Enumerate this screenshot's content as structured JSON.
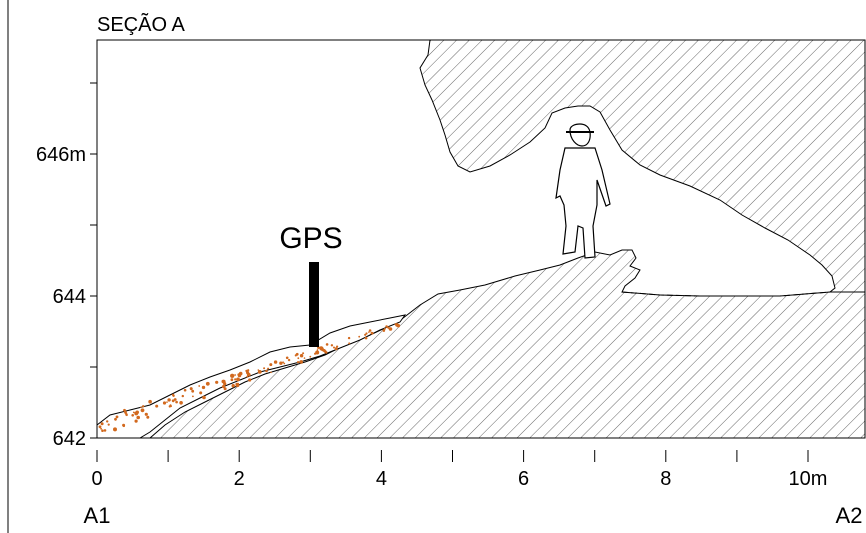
{
  "title": "SEÇÃO A",
  "gps_label": "GPS",
  "y_axis": {
    "ticks": [
      {
        "value": 646,
        "label": "646m"
      },
      {
        "value": 644,
        "label": "644"
      },
      {
        "value": 642,
        "label": "642"
      }
    ],
    "minor_ticks": [
      642,
      643,
      644,
      645,
      646,
      647
    ]
  },
  "x_axis": {
    "ticks": [
      {
        "value": 0,
        "label": "0"
      },
      {
        "value": 2,
        "label": "2"
      },
      {
        "value": 4,
        "label": "4"
      },
      {
        "value": 6,
        "label": "6"
      },
      {
        "value": 8,
        "label": "8"
      },
      {
        "value": 10,
        "label": "10m"
      }
    ],
    "minor_ticks": [
      0,
      1,
      2,
      3,
      4,
      5,
      6,
      7,
      8,
      9,
      10
    ]
  },
  "endpoints": {
    "left": "A1",
    "right": "A2"
  },
  "colors": {
    "line": "#000000",
    "hatch": "#555555",
    "sediment": "#d2691e"
  }
}
